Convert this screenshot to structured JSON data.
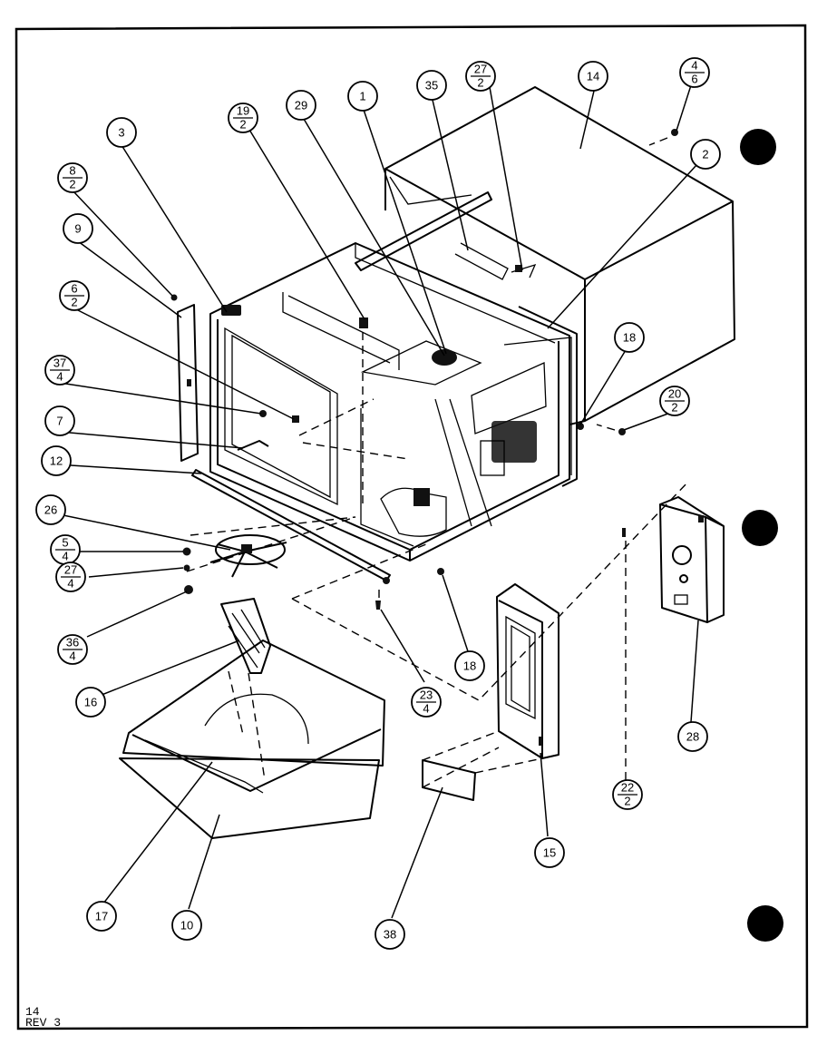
{
  "callouts": [
    {
      "label": "3"
    },
    {
      "label": "8",
      "sub": "2"
    },
    {
      "label": "9"
    },
    {
      "label": "6",
      "sub": "2"
    },
    {
      "label": "37",
      "sub": "4"
    },
    {
      "label": "7"
    },
    {
      "label": "12"
    },
    {
      "label": "26"
    },
    {
      "label": "5",
      "sub": "4"
    },
    {
      "label": "27",
      "sub": "4"
    },
    {
      "label": "36",
      "sub": "4"
    },
    {
      "label": "16"
    },
    {
      "label": "17"
    },
    {
      "label": "10"
    },
    {
      "label": "19",
      "sub": "2"
    },
    {
      "label": "29"
    },
    {
      "label": "1"
    },
    {
      "label": "35"
    },
    {
      "label": "27",
      "sub": "2"
    },
    {
      "label": "14"
    },
    {
      "label": "4",
      "sub": "6"
    },
    {
      "label": "2"
    },
    {
      "label": "18"
    },
    {
      "label": "20",
      "sub": "2"
    },
    {
      "label": "18"
    },
    {
      "label": "23",
      "sub": "4"
    },
    {
      "label": "15"
    },
    {
      "label": "38"
    },
    {
      "label": "22",
      "sub": "2"
    },
    {
      "label": "28"
    }
  ],
  "footer": {
    "page": "14",
    "rev": "REV 3"
  }
}
